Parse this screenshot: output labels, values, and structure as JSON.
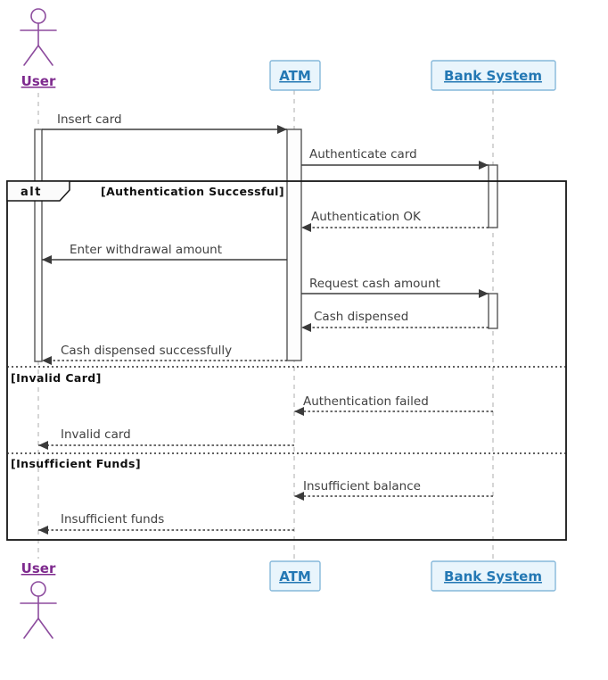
{
  "actors": {
    "user": {
      "label": "User"
    }
  },
  "participants": {
    "atm": {
      "label": "ATM"
    },
    "bank": {
      "label": "Bank System"
    }
  },
  "alt_frame": {
    "operator": "alt",
    "branches": [
      {
        "condition": "[Authentication Successful]"
      },
      {
        "condition": "[Invalid Card]"
      },
      {
        "condition": "[Insufficient Funds]"
      }
    ]
  },
  "messages": {
    "insert_card": "Insert card",
    "authenticate_card": "Authenticate card",
    "authentication_ok": "Authentication OK",
    "enter_withdrawal_amount": "Enter withdrawal amount",
    "request_cash_amount": "Request cash amount",
    "cash_dispensed": "Cash dispensed",
    "cash_dispensed_successfully": "Cash dispensed successfully",
    "authentication_failed": "Authentication failed",
    "invalid_card": "Invalid card",
    "insufficient_balance": "Insufficient balance",
    "insufficient_funds": "Insufficient funds"
  },
  "colors": {
    "actor": "#7E2A8E",
    "participant_text": "#2478B4",
    "participant_fill": "#E9F5FC",
    "participant_border": "#85B8DA",
    "message_text": "#414141",
    "arrow": "#3B3B3B",
    "lifeline": "#BBBBBB",
    "frame_border": "#161616"
  }
}
